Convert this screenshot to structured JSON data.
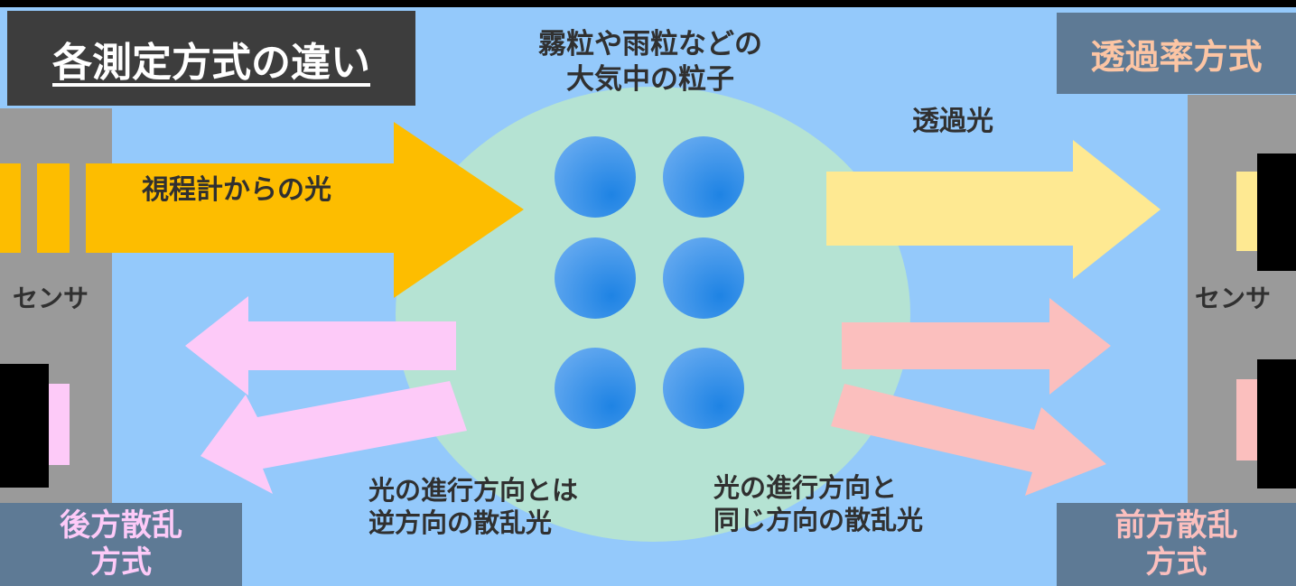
{
  "title": "各測定方式の違い",
  "labels": {
    "particles": "霧粒や雨粒などの\n大気中の粒子",
    "incoming_light": "視程計からの光",
    "transmitted_light": "透過光",
    "sensor_left": "センサ",
    "sensor_right": "センサ",
    "backscatter_light": "光の進行方向とは\n逆方向の散乱光",
    "forwardscatter_light": "光の進行方向と\n同じ方向の散乱光"
  },
  "methods": {
    "transmission": "透過率方式",
    "backscatter": "後方散乱\n方式",
    "forwardscatter": "前方散乱\n方式"
  },
  "colors": {
    "background": "#94c9fb",
    "particle_zone": "#b5e3d3",
    "sensor": "#9a9a9a",
    "incoming_arrow": "#fdbd00",
    "transmitted_arrow": "#fee992",
    "backscatter_arrow": "#fdcaf8",
    "forwardscatter_arrow": "#fbbfbe",
    "method_label_text": "#fcc5a4",
    "method_label_bg": "#5e7a95",
    "title_bg": "#3d3d3d"
  }
}
